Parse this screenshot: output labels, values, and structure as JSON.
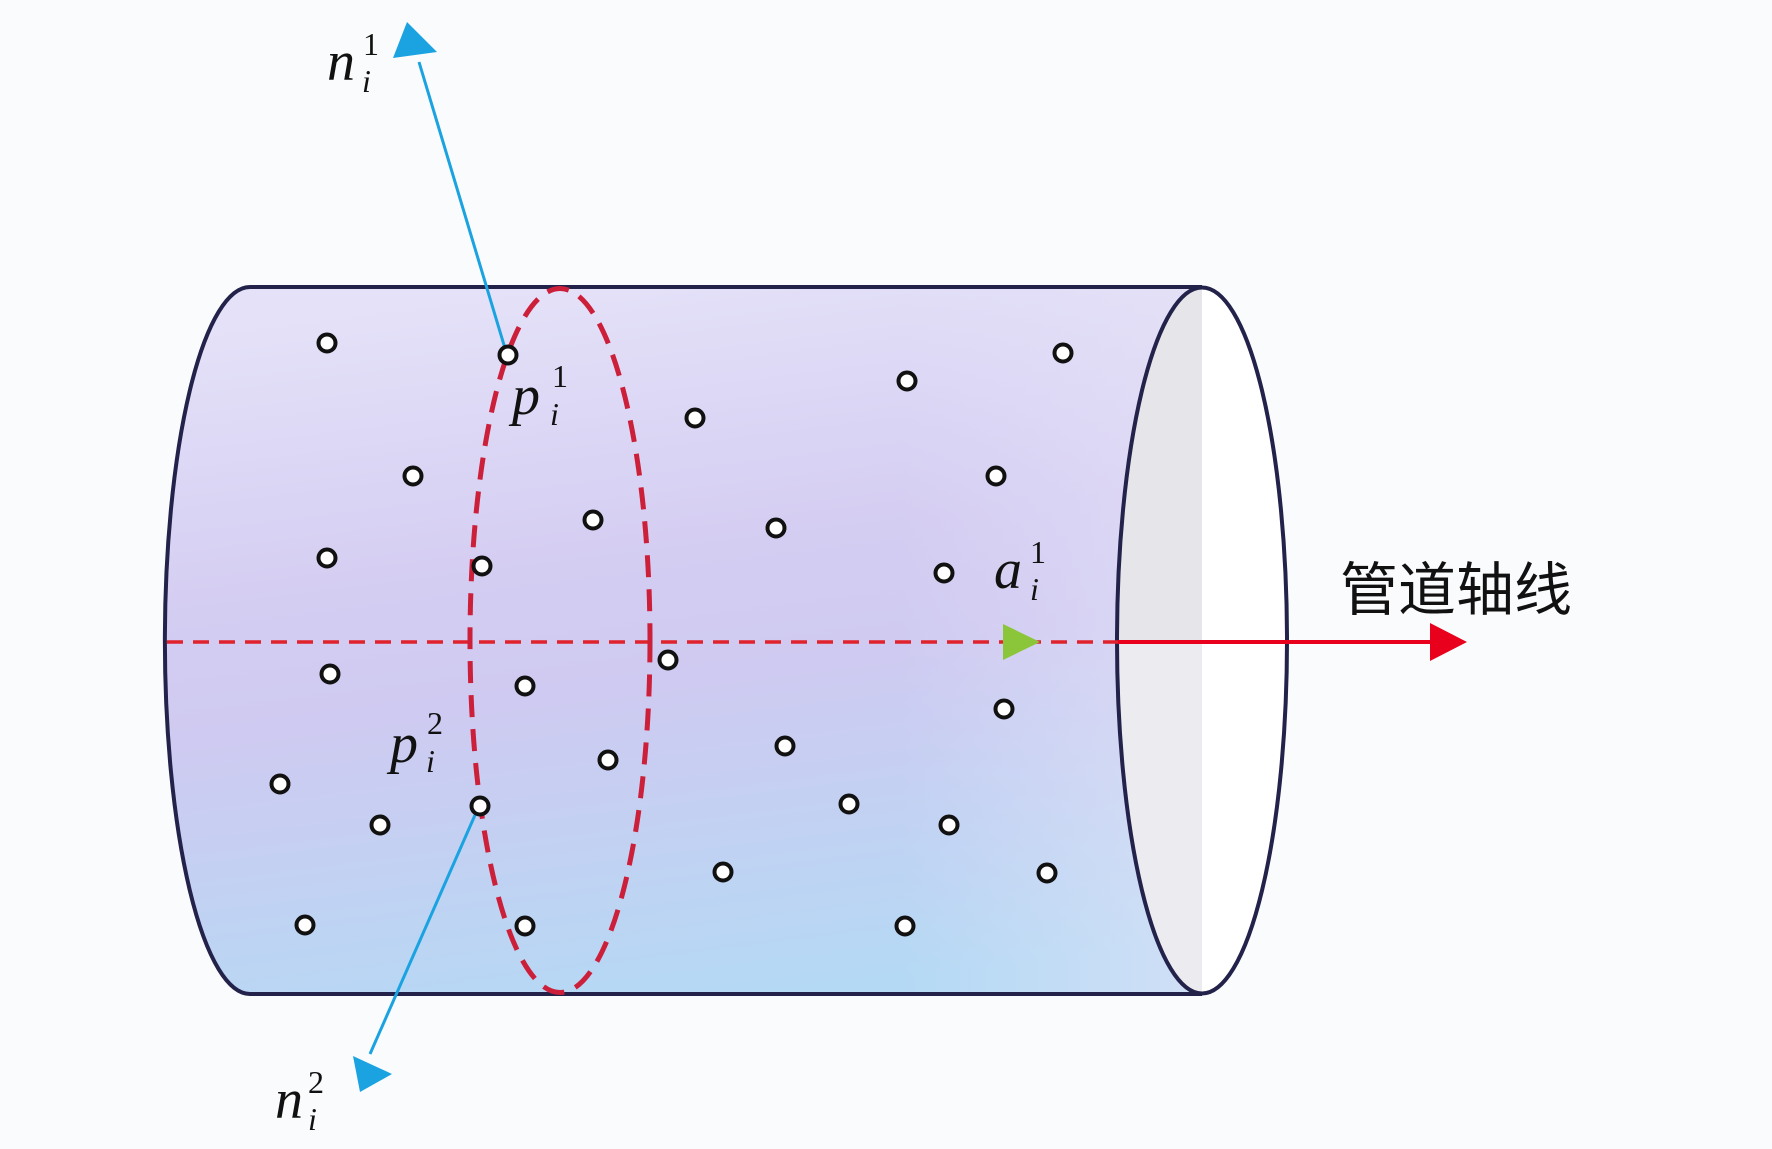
{
  "labels": {
    "n1": {
      "base": "n",
      "sub": "i",
      "sup": "1"
    },
    "n2": {
      "base": "n",
      "sub": "i",
      "sup": "2"
    },
    "p1": {
      "base": "p",
      "sub": "i",
      "sup": "1"
    },
    "p2": {
      "base": "p",
      "sub": "i",
      "sup": "2"
    },
    "a1": {
      "base": "a",
      "sub": "i",
      "sup": "1"
    },
    "axis_label": "管道轴线"
  },
  "colors": {
    "cylinder_outline": "#23224a",
    "cylinder_fill_top": "#e2e0f8",
    "cylinder_fill_mid": "#d2cdf3",
    "cylinder_fill_bottom": "#b9daf4",
    "interior": "#e6e6ec",
    "section_ellipse": "#cc1f3a",
    "axis_line": "#e8001c",
    "axis_dashed": "#e0222c",
    "normal_vector": "#1aa3e0",
    "axis_vector": "#7cc33a",
    "point": "#111111"
  },
  "legend_icons": {
    "points": "hollow-circle-point-icon"
  }
}
